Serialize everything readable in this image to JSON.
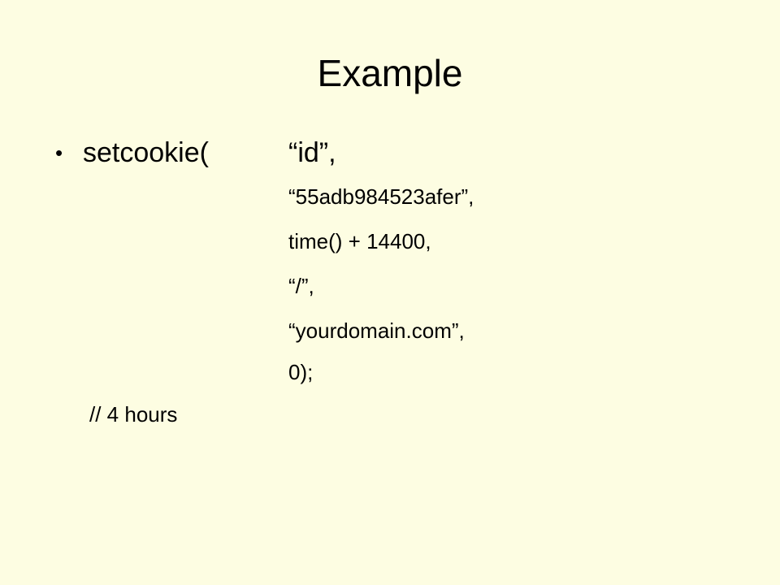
{
  "slide": {
    "title": "Example",
    "bullet_symbol": "•",
    "function_call": "setcookie(",
    "arguments": [
      "“id”,",
      "“55adb984523afer”,",
      "time() + 14400,",
      "“/”,",
      "“yourdomain.com”,",
      "0);"
    ],
    "comment": "// 4 hours",
    "background_color": "#fdfde2",
    "text_color": "#000000"
  }
}
